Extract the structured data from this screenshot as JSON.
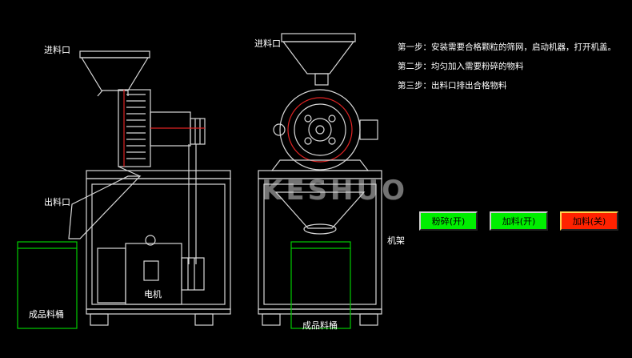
{
  "labels": {
    "feed_inlet_left": "进料口",
    "discharge_outlet_left": "出料口",
    "motor": "电机",
    "product_bin_left": "成品料桶",
    "feed_inlet_right": "进料口",
    "frame": "机架",
    "product_bin_right": "成品料桶"
  },
  "watermark": "KESHUO",
  "steps": [
    "第一步：安装需要合格颗粒的筛网，启动机器，打开机盖。",
    "第二步：均匀加入需要粉碎的物料",
    "第三步：出料口排出合格物料"
  ],
  "buttons": {
    "crush_on": "粉碎(开)",
    "feed_on": "加料(开)",
    "feed_off": "加料(关)"
  },
  "colors": {
    "button_green": "#00ee00",
    "button_red": "#ff2200",
    "bin_outline": "#00cc00",
    "accent_red": "#dd2222"
  }
}
